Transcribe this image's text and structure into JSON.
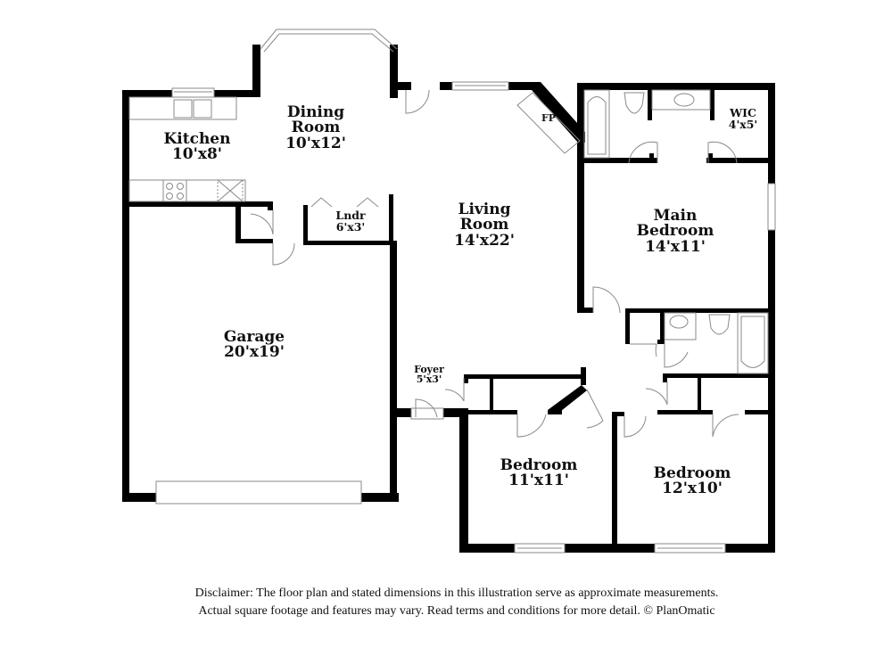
{
  "plan": {
    "rooms": [
      {
        "id": "kitchen",
        "name": "Kitchen",
        "size": "10'x8'"
      },
      {
        "id": "dining-room",
        "name_line1": "Dining",
        "name_line2": "Room",
        "size": "10'x12'"
      },
      {
        "id": "laundry",
        "name": "Lndr",
        "size": "6'x3'"
      },
      {
        "id": "living-room",
        "name_line1": "Living",
        "name_line2": "Room",
        "size": "14'x22'"
      },
      {
        "id": "main-bedroom",
        "name_line1": "Main",
        "name_line2": "Bedroom",
        "size": "14'x11'"
      },
      {
        "id": "wic",
        "name": "WIC",
        "size": "4'x5'"
      },
      {
        "id": "garage",
        "name": "Garage",
        "size": "20'x19'"
      },
      {
        "id": "foyer",
        "name": "Foyer",
        "size": "5'x3'"
      },
      {
        "id": "bedroom-2",
        "name": "Bedroom",
        "size": "11'x11'"
      },
      {
        "id": "bedroom-3",
        "name": "Bedroom",
        "size": "12'x10'"
      }
    ],
    "fireplace_label": "FP"
  },
  "disclaimer": {
    "line1": "Disclaimer: The floor plan and stated dimensions in this illustration serve as approximate measurements.",
    "line2": "Actual square footage and features may vary. Read terms and conditions for more detail. © PlanOmatic"
  }
}
